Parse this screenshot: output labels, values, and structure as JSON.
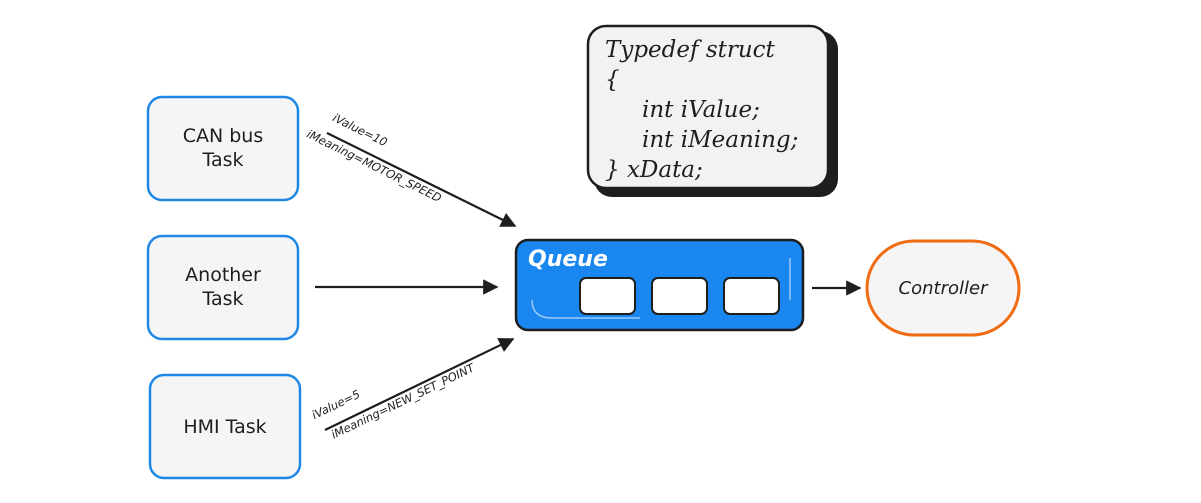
{
  "tasks": {
    "can": {
      "line1": "CAN bus",
      "line2": "Task"
    },
    "another": {
      "line1": "Another",
      "line2": "Task"
    },
    "hmi": {
      "label": "HMI Task"
    }
  },
  "queue": {
    "title": "Queue",
    "slots": 3
  },
  "controller": {
    "label": "Controller"
  },
  "struct_box": {
    "lines": [
      "Typedef struct",
      "{",
      "int iValue;",
      "int iMeaning;",
      "}  xData;"
    ]
  },
  "arrow_labels": {
    "can": {
      "value": "iValue=10",
      "meaning": "iMeaning=MOTOR_SPEED"
    },
    "hmi": {
      "value": "iValue=5",
      "meaning": "iMeaning=NEW_SET_POINT"
    }
  },
  "colors": {
    "task_border": "#1f88e5",
    "task_fill": "#f5f5f5",
    "queue_fill": "#1a86ef",
    "queue_border": "#1e1e1e",
    "controller_border": "#ef6c15",
    "text": "#1e1e1e"
  }
}
